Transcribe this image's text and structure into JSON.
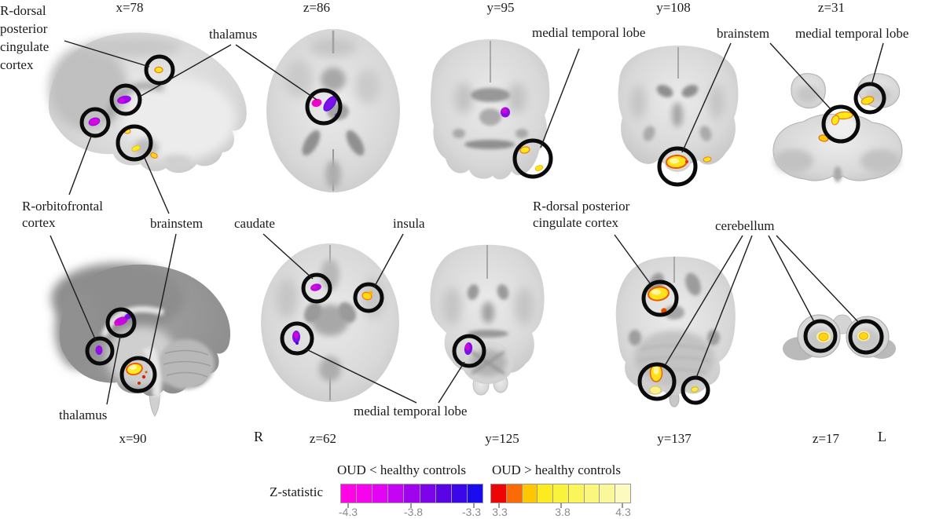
{
  "figure": {
    "kind": "fMRI group-contrast figure"
  },
  "slices": {
    "top_row": [
      {
        "coord": "x=78"
      },
      {
        "coord": "z=86"
      },
      {
        "coord": "y=95"
      },
      {
        "coord": "y=108"
      },
      {
        "coord": "z=31"
      }
    ],
    "bottom_row": [
      {
        "coord": "x=90"
      },
      {
        "coord": "z=62"
      },
      {
        "coord": "y=125"
      },
      {
        "coord": "y=137"
      },
      {
        "coord": "z=17"
      }
    ]
  },
  "orientation_markers": {
    "right": "R",
    "left": "L"
  },
  "region_labels": {
    "dpcc_top": "R-dorsal posterior cingulate cortex",
    "thalamus_top": "thalamus",
    "mtl_top": "medial temporal lobe",
    "brainstem_top": "brainstem",
    "mtl_top_right": "medial temporal lobe",
    "orbitofrontal": "R-orbitofrontal cortex",
    "brainstem_mid": "brainstem",
    "caudate": "caudate",
    "insula": "insula",
    "dpcc_mid": "R-dorsal posterior cingulate cortex",
    "cerebellum": "cerebellum",
    "thalamus_bottom": "thalamus",
    "mtl_bottom": "medial temporal lobe"
  },
  "legend": {
    "zstat_label": "Z-statistic",
    "negative": {
      "title": "OUD < healthy controls",
      "ticks": [
        "-4.3",
        "-3.8",
        "-3.3"
      ],
      "colors": [
        "#ff04e4",
        "#f704ee",
        "#e304f4",
        "#c404f2",
        "#a004ec",
        "#7d04e8",
        "#5a04e6",
        "#3b06e8",
        "#1a0cee"
      ]
    },
    "positive": {
      "title": "OUD > healthy controls",
      "ticks": [
        "3.3",
        "3.8",
        "4.3"
      ],
      "colors": [
        "#ee0404",
        "#fb6a07",
        "#fdc803",
        "#fcec1f",
        "#faf33b",
        "#f9f55a",
        "#faf77c",
        "#fbf89c",
        "#fcfabe"
      ]
    }
  }
}
